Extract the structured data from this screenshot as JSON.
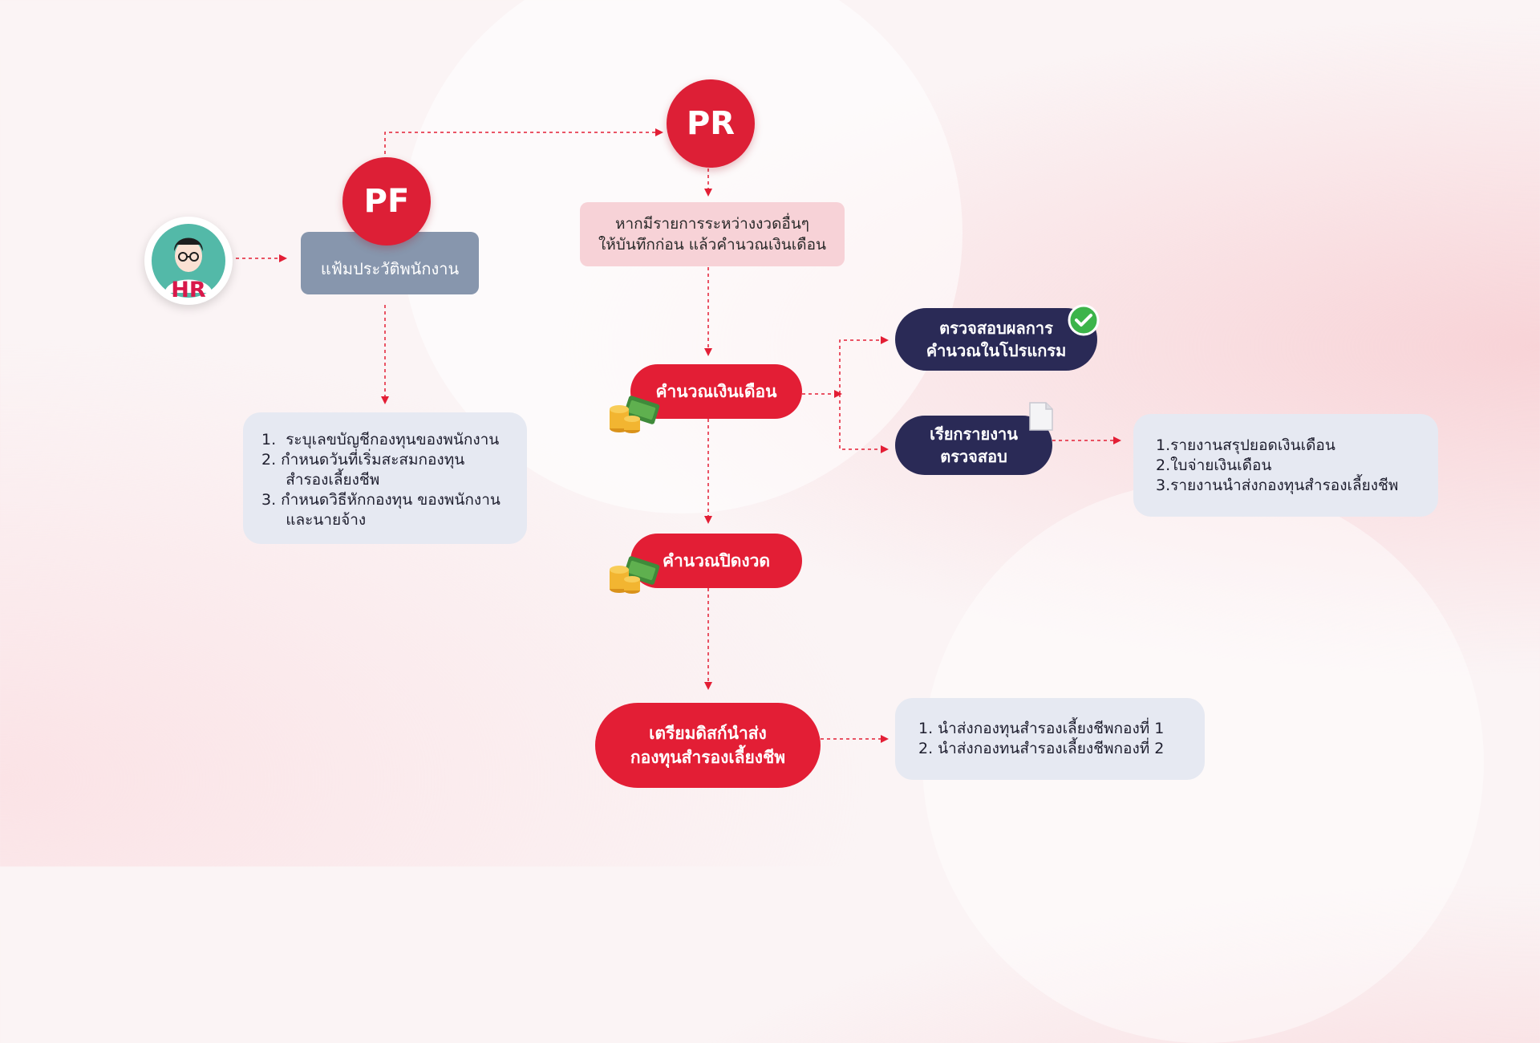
{
  "actor": {
    "label": "HR"
  },
  "pf": {
    "badge": "PF",
    "record_box": "แฟ้มประวัติพนักงาน",
    "steps": [
      "1.  ระบุเลขบัญชีกองทุนของพนักงาน",
      "2. กำหนดวันที่เริ่มสะสมกองทุน",
      "     สำรองเลี้ยงชีพ",
      "3. กำหนดวิธีหักกองทุน ของพนักงาน",
      "     และนายจ้าง"
    ]
  },
  "pr": {
    "badge": "PR",
    "note_line1": "หากมีรายการระหว่างงวดอื่นๆ",
    "note_line2": "ให้บันทึกก่อน แล้วคำนวณเงินเดือน",
    "calc_salary": "คำนวณเงินเดือน",
    "close_period": "คำนวณปิดงวด",
    "prepare_disk_line1": "เตรียมดิสก์นำส่ง",
    "prepare_disk_line2": "กองทุนสำรองเลี้ยงชีพ"
  },
  "check": {
    "line1": "ตรวจสอบผลการ",
    "line2": "คำนวณในโปรแกรม"
  },
  "report": {
    "line1": "เรียกรายงาน",
    "line2": "ตรวจสอบ",
    "items": [
      "1.รายงานสรุปยอดเงินเดือน",
      "2.ใบจ่ายเงินเดือน",
      "3.รายงานนำส่งกองทุนสำรองเลี้ยงชีพ"
    ]
  },
  "submit": {
    "items": [
      "1. นำส่งกองทุนสำรองเลี้ยงชีพกองที่ 1",
      "2. นำส่งกองทนสำรองเลี้ยงชีพกองที่ 2"
    ]
  },
  "colors": {
    "red": "#e31e35",
    "navy": "#2a2a56",
    "gray": "#8796ad",
    "pink": "#f7d2d7",
    "light": "#e6e9f2",
    "green": "#3cb44a"
  },
  "icons": [
    "hr-avatar-icon",
    "money-coins-icon",
    "check-icon",
    "document-icon"
  ]
}
